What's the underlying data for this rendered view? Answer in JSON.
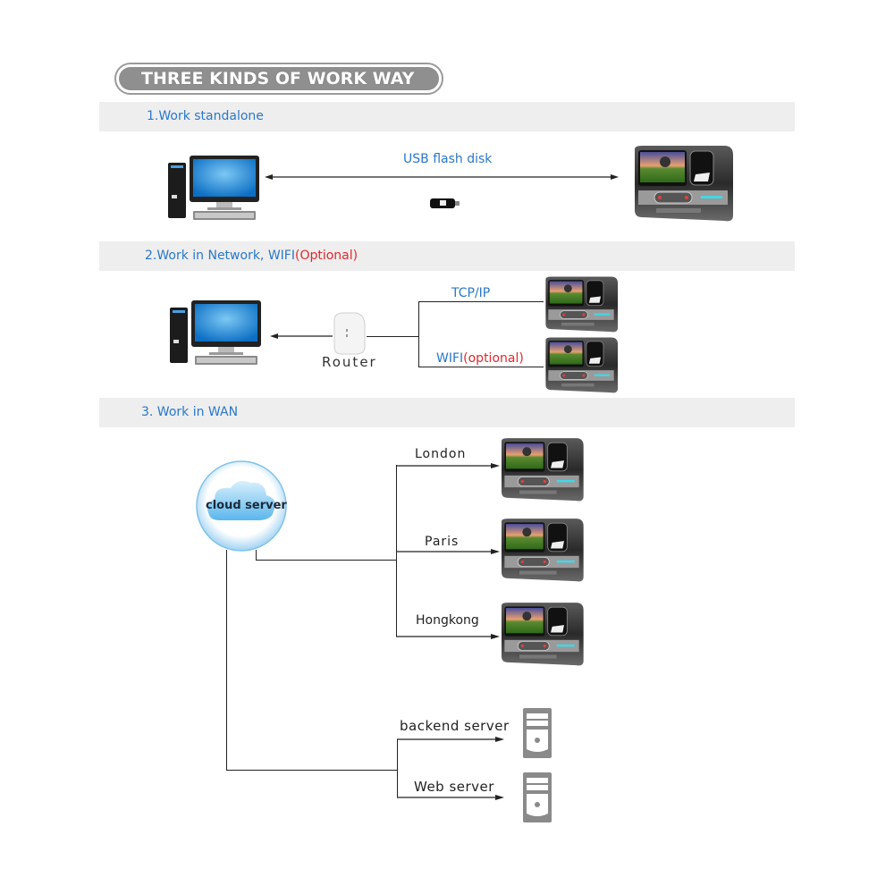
{
  "title": "THREE KINDS OF WORK WAY",
  "sections": [
    {
      "label": "1.Work standalone",
      "connection_label": "USB flash disk",
      "nodes": [
        "desktop-computer",
        "usb-flash-disk-icon",
        "time-attendance-terminal"
      ]
    },
    {
      "label_main": "2.Work in Network, WIFI",
      "label_optional": "(Optional)",
      "router_label": "Router",
      "links": [
        {
          "label_main": "TCP/IP",
          "label_optional": ""
        },
        {
          "label_main": "WIFI",
          "label_optional": "(optional)"
        }
      ]
    },
    {
      "label": "3. Work in WAN",
      "cloud_label": "cloud server",
      "locations": [
        "London",
        "Paris",
        "Hongkong"
      ],
      "servers": [
        "backend server",
        "Web server"
      ]
    }
  ],
  "colors": {
    "section_text": "#2a78c8",
    "optional_text": "#e0282e",
    "band": "#eeeeee",
    "title_pill": "#8f8f8f"
  }
}
